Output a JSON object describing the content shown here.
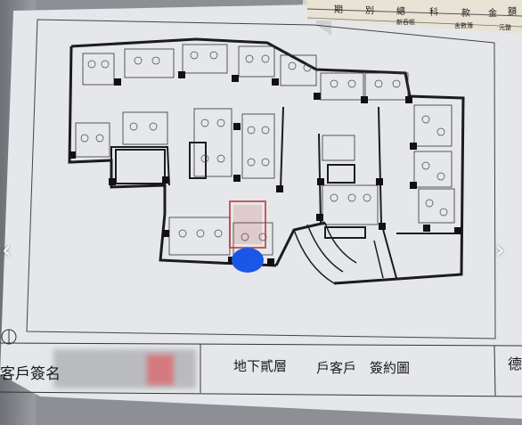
{
  "header_cols": [
    "期",
    "別",
    "總",
    "科",
    "款",
    "金",
    "額"
  ],
  "header_sub": [
    "新吞帳",
    "舍數簿",
    "元整"
  ],
  "footer": {
    "customer_signature": "客戶簽名",
    "floor": "地下貳層",
    "unit_plan": "戶客戶　簽約圖",
    "right_char": "德"
  },
  "nav": {
    "prev": "‹",
    "next": "›"
  },
  "colors": {
    "paper": "#e4e6e8",
    "wall": "#1c1c1c",
    "marker": "#1a57e6",
    "stamp": "#c0393b"
  }
}
